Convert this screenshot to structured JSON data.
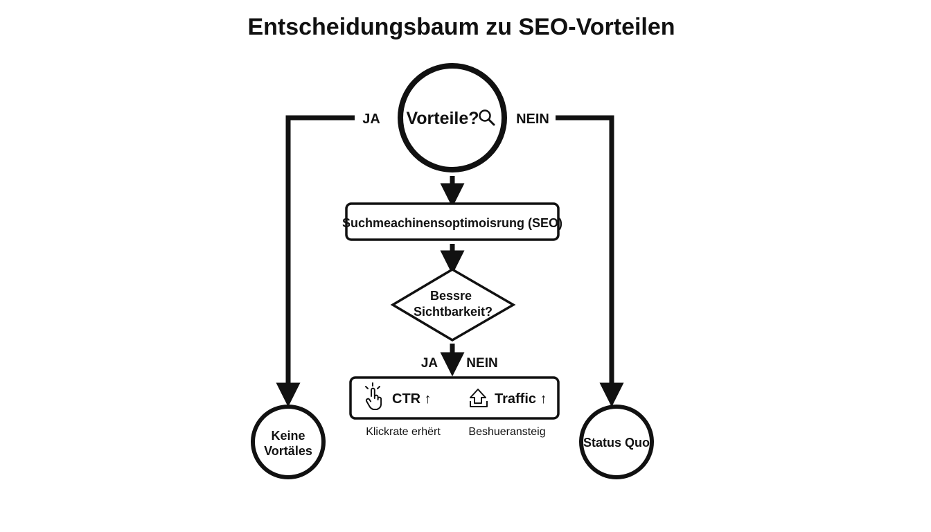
{
  "title": "Entscheidungsbaum zu SEO-Vorteilen",
  "start": {
    "label": "Vorteile?",
    "icon": "magnifier-icon"
  },
  "branches": {
    "left": "JA",
    "right": "NEIN"
  },
  "seo_box": {
    "label": "Suchmeachinensoptimoisrung (SEO)"
  },
  "decision": {
    "line1": "Bessre",
    "line2": "Sichtbarkeit?"
  },
  "decision_branches": {
    "yes": "JA",
    "no": "NEIN"
  },
  "results": {
    "ctr": {
      "label": "CTR",
      "arrow": "↑",
      "icon": "pointer-hand-icon",
      "caption": "Klickrate erhërt"
    },
    "traffic": {
      "label": "Traffic",
      "arrow": "↑",
      "icon": "upload-arrow-icon",
      "caption": "Beshueransteig"
    }
  },
  "end_left": {
    "line1": "Keine",
    "line2": "Vortäles"
  },
  "end_right": {
    "label": "Status Quo"
  },
  "colors": {
    "stroke": "#111111",
    "background": "#ffffff"
  }
}
